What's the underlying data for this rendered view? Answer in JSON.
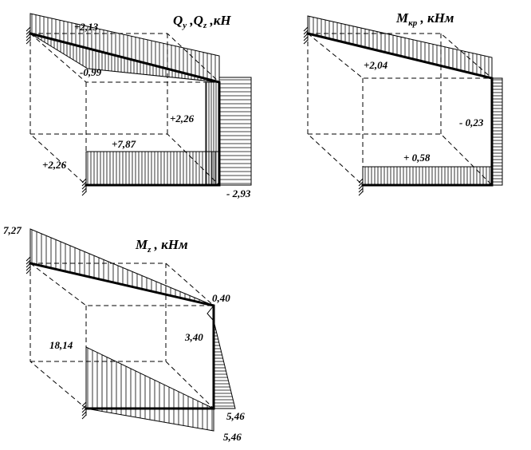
{
  "diagrams": [
    {
      "id": "shear",
      "title": "Q",
      "title_subs": [
        "y",
        "z"
      ],
      "title_sep": " ,Q",
      "unit": " ,кН",
      "values": [
        "+2,13",
        "-0,99",
        "+2,26",
        "+7,87",
        "+2,26",
        "- 2,93"
      ]
    },
    {
      "id": "torsion",
      "title": "M",
      "title_sub": "кр",
      "unit": " , кНм",
      "values": [
        "+2,04",
        "- 0,23",
        "+ 0,58"
      ]
    },
    {
      "id": "bending-z",
      "title": "M",
      "title_sub": "z",
      "unit": " , кНм",
      "values": [
        "7,27",
        "0,40",
        "3,40",
        "18,14",
        "5,46",
        "5,46"
      ]
    }
  ]
}
